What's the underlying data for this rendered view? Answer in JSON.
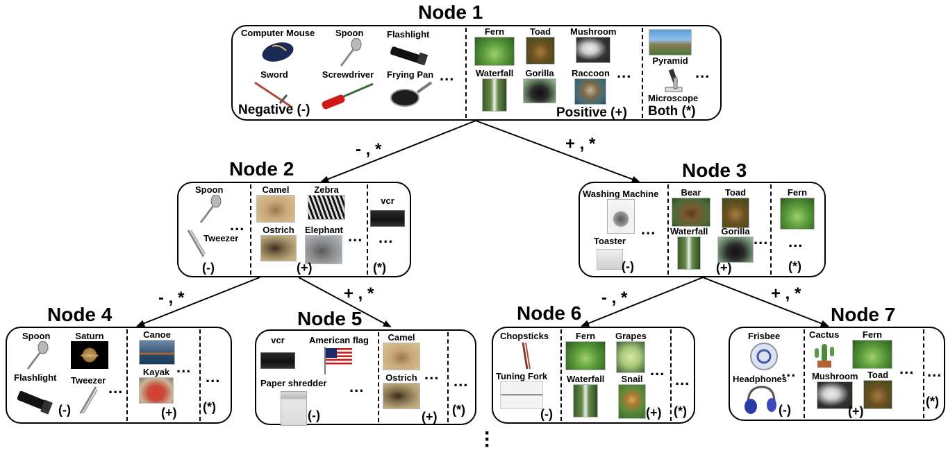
{
  "nodes": {
    "n1": {
      "title": "Node 1",
      "negative": [
        "Computer Mouse",
        "Spoon",
        "Flashlight",
        "Sword",
        "Screwdriver",
        "Frying Pan"
      ],
      "positive": [
        "Fern",
        "Toad",
        "Mushroom",
        "Waterfall",
        "Gorilla",
        "Raccoon"
      ],
      "both": [
        "Pyramid",
        "Microscope"
      ],
      "neg_label": "Negative (-)",
      "pos_label": "Positive (+)",
      "both_label": "Both (*)"
    },
    "n2": {
      "title": "Node 2",
      "negative": [
        "Spoon",
        "Tweezer"
      ],
      "positive": [
        "Camel",
        "Zebra",
        "Ostrich",
        "Elephant"
      ],
      "both": [
        "vcr"
      ],
      "neg_label": "(-)",
      "pos_label": "(+)",
      "both_label": "(*)"
    },
    "n3": {
      "title": "Node 3",
      "negative": [
        "Washing Machine",
        "Toaster"
      ],
      "positive": [
        "Bear",
        "Toad",
        "Waterfall",
        "Gorilla"
      ],
      "both": [
        "Fern"
      ],
      "neg_label": "(-)",
      "pos_label": "(+)",
      "both_label": "(*)"
    },
    "n4": {
      "title": "Node 4",
      "negative": [
        "Spoon",
        "Saturn",
        "Flashlight",
        "Tweezer"
      ],
      "positive": [
        "Canoe",
        "Kayak"
      ],
      "neg_label": "(-)",
      "pos_label": "(+)",
      "both_label": "(*)"
    },
    "n5": {
      "title": "Node 5",
      "negative": [
        "vcr",
        "American flag",
        "Paper shredder"
      ],
      "positive": [
        "Camel",
        "Ostrich"
      ],
      "neg_label": "(-)",
      "pos_label": "(+)",
      "both_label": "(*)"
    },
    "n6": {
      "title": "Node 6",
      "negative": [
        "Chopsticks",
        "Tuning Fork"
      ],
      "positive": [
        "Fern",
        "Grapes",
        "Waterfall",
        "Snail"
      ],
      "neg_label": "(-)",
      "pos_label": "(+)",
      "both_label": "(*)"
    },
    "n7": {
      "title": "Node 7",
      "negative": [
        "Frisbee",
        "Headphones"
      ],
      "positive": [
        "Cactus",
        "Fern",
        "Mushroom",
        "Toad"
      ],
      "neg_label": "(-)",
      "pos_label": "(+)",
      "both_label": "(*)"
    }
  },
  "edges": {
    "n1_n2": "- , *",
    "n1_n3": "+ , *",
    "n2_n4": "- , *",
    "n2_n5": "+ , *",
    "n3_n6": "- , *",
    "n3_n7": "+ , *"
  },
  "ellipsis": "...",
  "colors": {
    "line": "#000000",
    "border": "#000000"
  }
}
